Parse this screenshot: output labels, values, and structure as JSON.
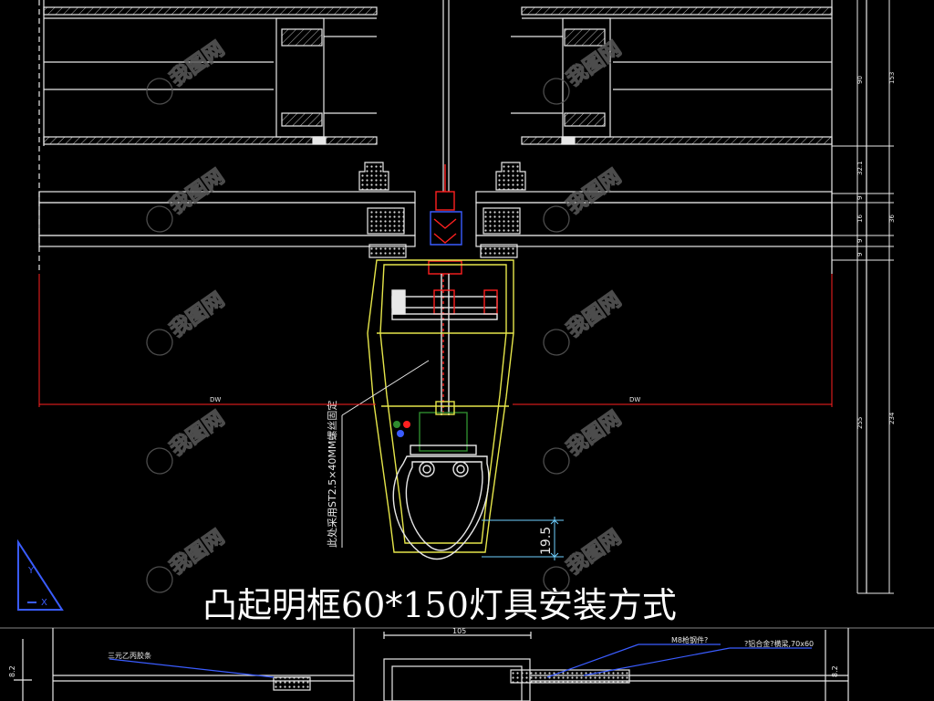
{
  "drawing": {
    "title": "凸起明框60*150灯具安装方式",
    "leader_note": "此处采用ST2.5×40MM螺丝固定",
    "dim_19_5": "19.5",
    "dim_dw_left": "DW",
    "dim_dw_right": "DW",
    "right_dims": [
      "90",
      "153",
      "32.1",
      "9",
      "16",
      "36",
      "9",
      "9",
      "255",
      "234"
    ],
    "bottom_dim_105": "105",
    "bottom_note_left": "三元乙丙胶条",
    "bottom_note_m8": "M8枪钢件?",
    "bottom_note_right": "?铝合金?横梁,70x60",
    "bottom_dim_left": "8.2",
    "bottom_dim_right": "8.2"
  },
  "watermark": {
    "text": "我图网",
    "color": "#5a5a5a"
  },
  "colors": {
    "background": "#000000",
    "line_white": "#e8e8e8",
    "line_red": "#ff2020",
    "line_yellow": "#e6e64a",
    "line_green": "#2e8b2e",
    "line_blue": "#3a5cff",
    "line_cyan": "#6fd0ff",
    "dim_magenta": "#ff5fc0"
  }
}
